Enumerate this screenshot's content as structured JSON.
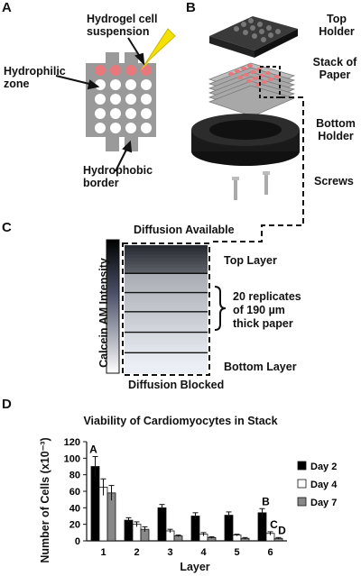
{
  "panel_a": {
    "letter": "A",
    "label_suspension": "Hydrogel cell\nsuspension",
    "label_hydrophilic": "Hydrophilic\nzone",
    "label_hydrophobic": "Hydrophobic\nborder"
  },
  "panel_b": {
    "letter": "B",
    "label_top": "Top\nHolder",
    "label_stack": "Stack of\nPaper",
    "label_bottom": "Bottom\nHolder",
    "label_screws": "Screws"
  },
  "panel_c": {
    "letter": "C",
    "label_top_text": "Diffusion Available",
    "label_bottom_text": "Diffusion Blocked",
    "label_colorbar": "Calcein AM Intensity",
    "label_top_layer": "Top Layer",
    "label_replicates": "20 replicates\nof 190 µm\nthick paper",
    "label_bottom_layer": "Bottom Layer"
  },
  "panel_d": {
    "letter": "D"
  },
  "colors": {
    "day2": "#000000",
    "day4": "#ffffff",
    "day7": "#888888",
    "pink": "#e8787c",
    "gray": "#9a9a9a",
    "yellow": "#f5e000"
  },
  "chart_data": {
    "type": "bar",
    "title": "Viability of Cardiomyocytes in Stack",
    "xlabel": "Layer",
    "ylabel": "Number of Cells (x10⁻³)",
    "ylim": [
      0,
      120
    ],
    "yticks": [
      0,
      20,
      40,
      60,
      80,
      100,
      120
    ],
    "categories": [
      "1",
      "2",
      "3",
      "4",
      "5",
      "6"
    ],
    "series": [
      {
        "name": "Day 2",
        "values": [
          90,
          25,
          40,
          30,
          31,
          34
        ],
        "errors": [
          12,
          3,
          4,
          4,
          4,
          5
        ]
      },
      {
        "name": "Day 4",
        "values": [
          65,
          20,
          12,
          8,
          7,
          9
        ],
        "errors": [
          10,
          3,
          2,
          2,
          1,
          2
        ]
      },
      {
        "name": "Day 7",
        "values": [
          58,
          14,
          6,
          4,
          3,
          3
        ],
        "errors": [
          9,
          3,
          1,
          1,
          1,
          1
        ]
      }
    ],
    "annotations": [
      {
        "text": "A",
        "category": "1",
        "series": "Day 2"
      },
      {
        "text": "B",
        "category": "6",
        "series": "Day 2"
      },
      {
        "text": "C",
        "category": "6",
        "series": "Day 4"
      },
      {
        "text": "D",
        "category": "6",
        "series": "Day 7"
      }
    ],
    "legend_position": "right"
  }
}
